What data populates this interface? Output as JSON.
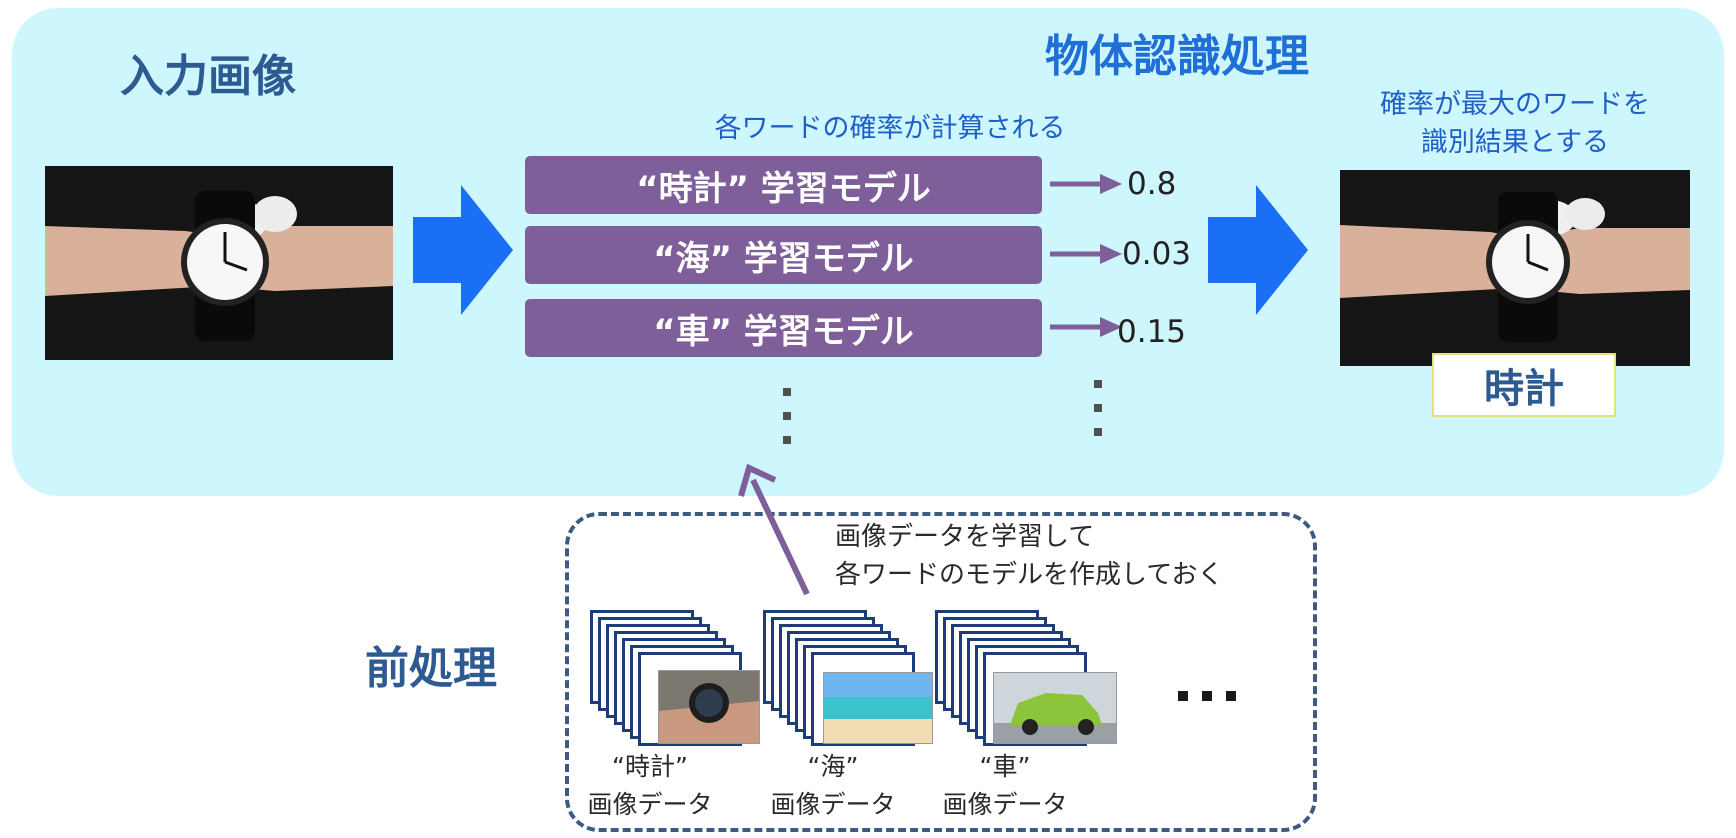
{
  "recognition": {
    "title": "物体認識処理",
    "input_label": "入力画像",
    "probability_caption": "各ワードの確率が計算される",
    "result_caption_line1": "確率が最大のワードを",
    "result_caption_line2": "識別結果とする",
    "models": [
      {
        "label": "“時計” 学習モデル",
        "score": "0.8"
      },
      {
        "label": "“海” 学習モデル",
        "score": "0.03"
      },
      {
        "label": "“車” 学習モデル",
        "score": "0.15"
      }
    ],
    "result_word": "時計"
  },
  "preprocessing": {
    "label": "前処理",
    "note_line1": "画像データを学習して",
    "note_line2": "各ワードのモデルを作成しておく",
    "datasets": [
      {
        "word": "“時計”",
        "caption": "画像データ"
      },
      {
        "word": "“海”",
        "caption": "画像データ"
      },
      {
        "word": "“車”",
        "caption": "画像データ"
      }
    ]
  },
  "colors": {
    "panel_bg": "#cdf7fd",
    "model_box": "#7e5f99",
    "flow_arrow": "#1a6ff5",
    "heading": "#2e5a92"
  }
}
